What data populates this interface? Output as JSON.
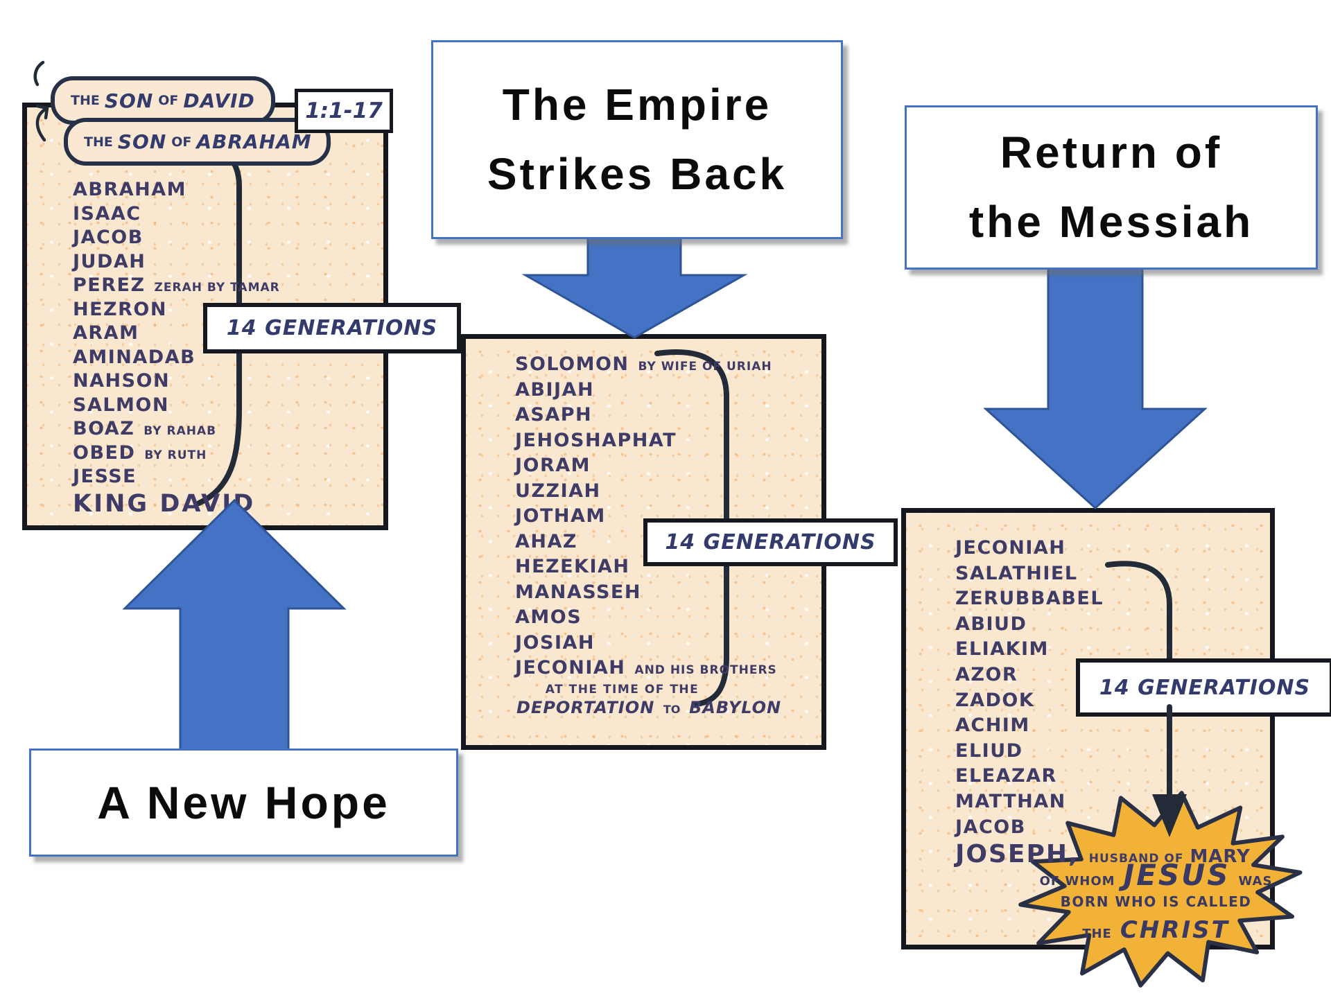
{
  "colors": {
    "arrow_fill": "#4472C4",
    "arrow_edge": "#2F5496",
    "panel_bg": "#FAE7CF",
    "ink": "#3E3C66",
    "outline": "#15181F",
    "burst_fill": "#F2B237",
    "title_border": "#4472C4"
  },
  "section1": {
    "title": "A New Hope",
    "verse_badge": "1:1-17",
    "bubble_david": {
      "w1": "THE",
      "w2": "SON",
      "w3": "OF",
      "w4": "DAVID"
    },
    "bubble_abraham": {
      "w1": "THE",
      "w2": "SON",
      "w3": "OF",
      "w4": "ABRAHAM"
    },
    "generations_label": "14 GENERATIONS",
    "names": [
      {
        "name": "ABRAHAM"
      },
      {
        "name": "ISAAC"
      },
      {
        "name": "JACOB"
      },
      {
        "name": "JUDAH"
      },
      {
        "name": "PEREZ",
        "note": "ZERAH BY TAMAR"
      },
      {
        "name": "HEZRON"
      },
      {
        "name": "ARAM"
      },
      {
        "name": "AMINADAB"
      },
      {
        "name": "NAHSON"
      },
      {
        "name": "SALMON"
      },
      {
        "name": "BOAZ",
        "note": "BY RAHAB"
      },
      {
        "name": "OBED",
        "note": "BY RUTH"
      },
      {
        "name": "JESSE"
      },
      {
        "name": "KING DAVID",
        "cls": "big"
      }
    ]
  },
  "section2": {
    "title_line1": "The Empire",
    "title_line2": "Strikes Back",
    "generations_label": "14 GENERATIONS",
    "names": [
      {
        "name": "SOLOMON",
        "note": "BY WIFE OF URIAH"
      },
      {
        "name": "ABIJAH"
      },
      {
        "name": "ASAPH"
      },
      {
        "name": "JEHOSHAPHAT"
      },
      {
        "name": "JORAM"
      },
      {
        "name": "UZZIAH"
      },
      {
        "name": "JOTHAM"
      },
      {
        "name": "AHAZ"
      },
      {
        "name": "HEZEKIAH"
      },
      {
        "name": "MANASSEH"
      },
      {
        "name": "AMOS"
      },
      {
        "name": "JOSIAH"
      },
      {
        "name": "JECONIAH",
        "note": "AND HIS BROTHERS"
      }
    ],
    "footer": {
      "line1": "AT THE TIME OF THE",
      "em1": "DEPORTATION",
      "mid": "TO",
      "em2": "BABYLON"
    }
  },
  "section3": {
    "title_line1": "Return of",
    "title_line2": "the Messiah",
    "generations_label": "14 GENERATIONS",
    "names": [
      {
        "name": "JECONIAH"
      },
      {
        "name": "SALATHIEL"
      },
      {
        "name": "ZERUBBABEL"
      },
      {
        "name": "ABIUD"
      },
      {
        "name": "ELIAKIM"
      },
      {
        "name": "AZOR"
      },
      {
        "name": "ZADOK"
      },
      {
        "name": "ACHIM"
      },
      {
        "name": "ELIUD"
      },
      {
        "name": "ELEAZAR"
      },
      {
        "name": "MATTHAN"
      },
      {
        "name": "JACOB"
      }
    ],
    "joseph": {
      "name": "JOSEPH,",
      "note_small": "HUSBAND OF",
      "note_big": "MARY"
    },
    "burst": {
      "pre1": "OF WHOM",
      "big1": "JESUS",
      "post1": "WAS",
      "line2": "BORN WHO IS CALLED",
      "pre3": "THE",
      "big3": "CHRIST"
    }
  }
}
